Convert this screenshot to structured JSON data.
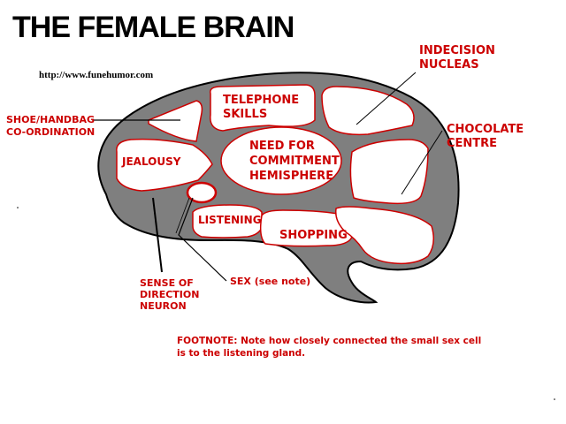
{
  "title": "THE FEMALE BRAIN",
  "url": "http://www.funehumor.com",
  "regions": {
    "telephone": [
      "TELEPHONE",
      "SKILLS"
    ],
    "commitment": [
      "NEED FOR",
      "COMMITMENT",
      "HEMISPHERE"
    ],
    "jealousy": "JEALOUSY",
    "listening": "LISTENING",
    "shopping": "SHOPPING"
  },
  "callouts": {
    "indecision": [
      "INDECISION",
      "NUCLEAS"
    ],
    "chocolate": [
      "CHOCOLATE",
      "CENTRE"
    ],
    "shoe": [
      "SHOE/HANDBAG",
      "CO-ORDINATION"
    ],
    "direction": [
      "SENSE OF",
      "DIRECTION",
      "NEURON"
    ],
    "sex": "SEX (see note)"
  },
  "footnote": [
    "FOOTNOTE:  Note how closely connected the small sex cell",
    "is to the listening gland."
  ],
  "colors": {
    "brain_fill": "#7f7f7f",
    "outline": "#000000",
    "region_border": "#cc0000",
    "label": "#cc0000",
    "title": "#000000"
  }
}
